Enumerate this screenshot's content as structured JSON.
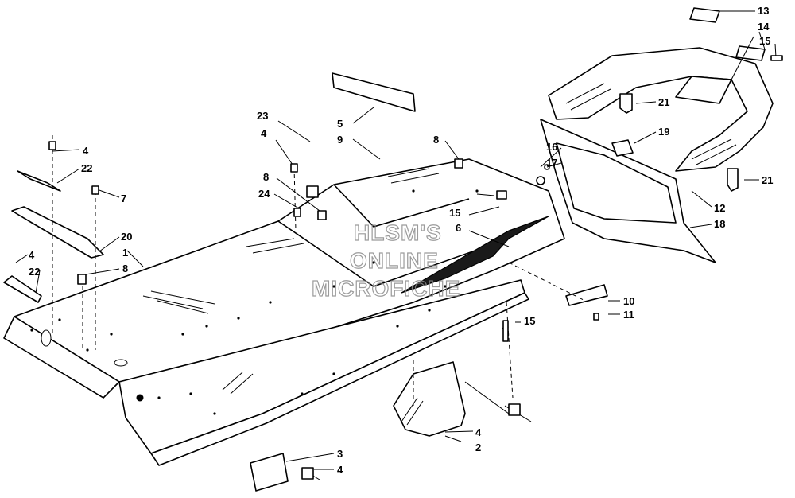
{
  "watermark": {
    "line1": "HLSM'S",
    "line2": "ONLINE",
    "line3": "MICROFICHE"
  },
  "callouts": {
    "c1": "1",
    "c2": "2",
    "c3": "3",
    "c4a": "4",
    "c4b": "4",
    "c4c": "4",
    "c4d": "4",
    "c4e": "4",
    "c5": "5",
    "c6": "6",
    "c7": "7",
    "c8a": "8",
    "c8b": "8",
    "c8c": "8",
    "c9": "9",
    "c10": "10",
    "c11": "11",
    "c12": "12",
    "c13": "13",
    "c14": "14",
    "c15a": "15",
    "c15b": "15",
    "c15c": "15",
    "c16": "16",
    "c17": "17",
    "c18": "18",
    "c19": "19",
    "c20": "20",
    "c21a": "21",
    "c21b": "21",
    "c22a": "22",
    "c22b": "22",
    "c23": "23",
    "c24": "24"
  }
}
